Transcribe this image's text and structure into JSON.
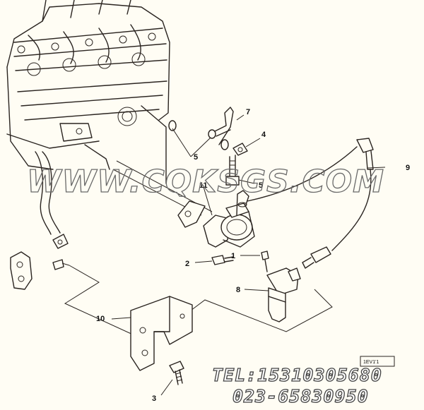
{
  "callouts": [
    {
      "id": "1",
      "label": "1"
    },
    {
      "id": "2",
      "label": "2"
    },
    {
      "id": "3",
      "label": "3"
    },
    {
      "id": "4",
      "label": "4"
    },
    {
      "id": "5a",
      "label": "5"
    },
    {
      "id": "5b",
      "label": "5"
    },
    {
      "id": "7",
      "label": "7"
    },
    {
      "id": "8",
      "label": "8"
    },
    {
      "id": "9",
      "label": "9"
    },
    {
      "id": "10",
      "label": "10"
    },
    {
      "id": "11",
      "label": "11"
    }
  ],
  "watermark": "WWW.CQKSGS.COM",
  "contact": {
    "tel": "TEL:15310305680",
    "phone": "023-65830950"
  },
  "ref_tag": "1EV1'1"
}
